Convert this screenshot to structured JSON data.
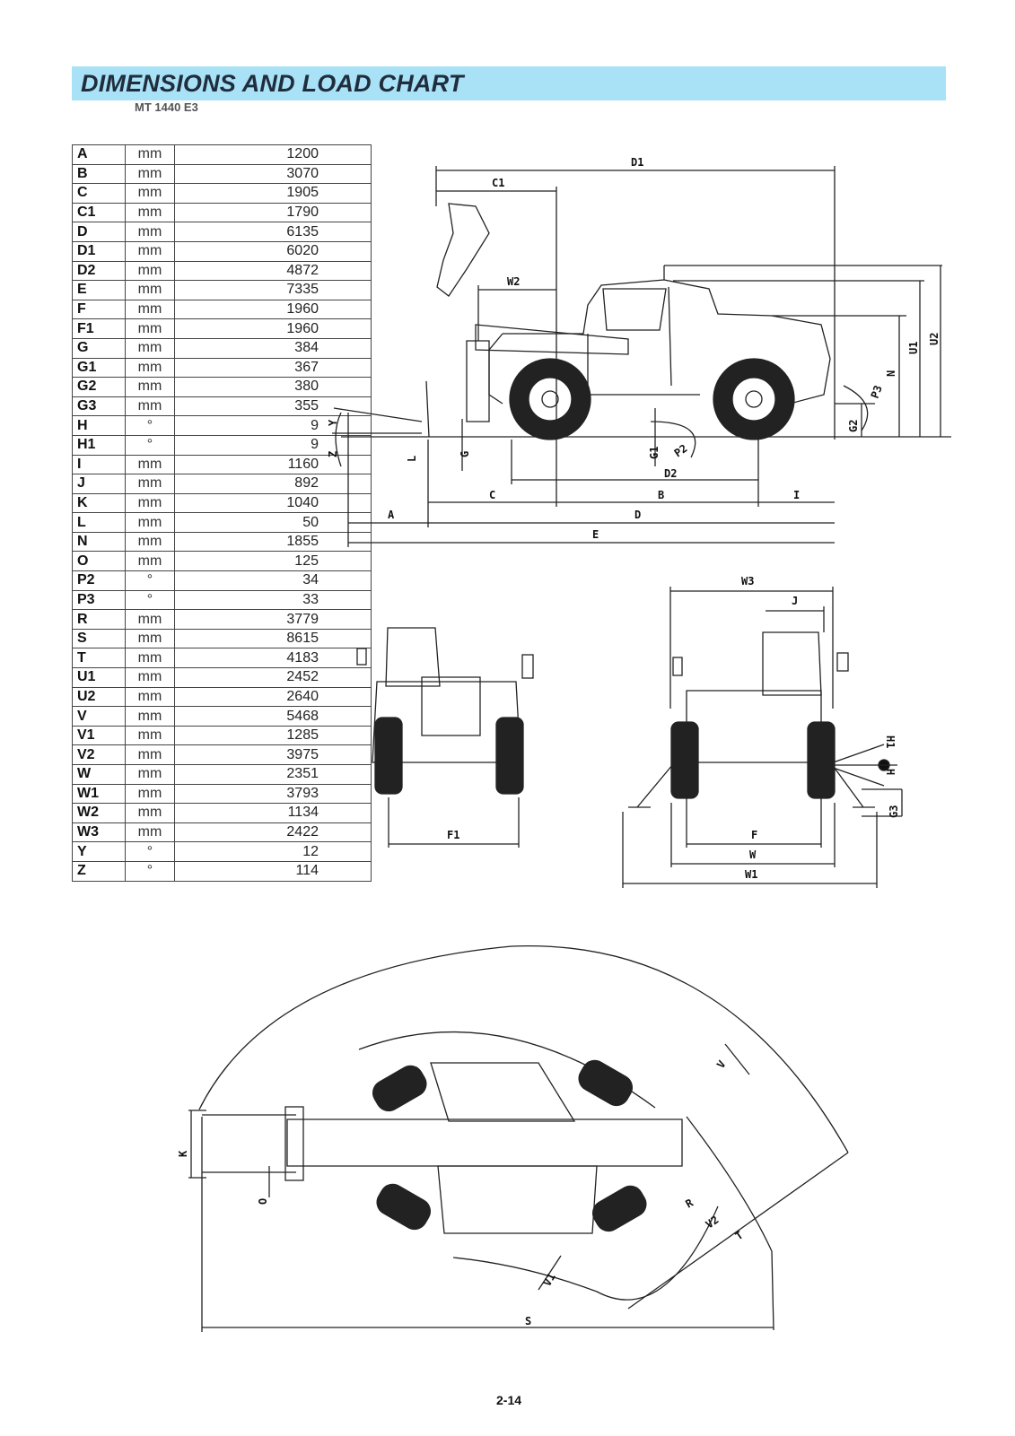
{
  "header": {
    "title": "DIMENSIONS AND LOAD CHART",
    "model": "MT 1440 E3"
  },
  "dimensions": [
    {
      "code": "A",
      "unit": "mm",
      "value": "1200"
    },
    {
      "code": "B",
      "unit": "mm",
      "value": "3070"
    },
    {
      "code": "C",
      "unit": "mm",
      "value": "1905"
    },
    {
      "code": "C1",
      "unit": "mm",
      "value": "1790"
    },
    {
      "code": "D",
      "unit": "mm",
      "value": "6135"
    },
    {
      "code": "D1",
      "unit": "mm",
      "value": "6020"
    },
    {
      "code": "D2",
      "unit": "mm",
      "value": "4872"
    },
    {
      "code": "E",
      "unit": "mm",
      "value": "7335"
    },
    {
      "code": "F",
      "unit": "mm",
      "value": "1960"
    },
    {
      "code": "F1",
      "unit": "mm",
      "value": "1960"
    },
    {
      "code": "G",
      "unit": "mm",
      "value": "384"
    },
    {
      "code": "G1",
      "unit": "mm",
      "value": "367"
    },
    {
      "code": "G2",
      "unit": "mm",
      "value": "380"
    },
    {
      "code": "G3",
      "unit": "mm",
      "value": "355"
    },
    {
      "code": "H",
      "unit": "°",
      "value": "9"
    },
    {
      "code": "H1",
      "unit": "°",
      "value": "9"
    },
    {
      "code": "I",
      "unit": "mm",
      "value": "1160"
    },
    {
      "code": "J",
      "unit": "mm",
      "value": "892"
    },
    {
      "code": "K",
      "unit": "mm",
      "value": "1040"
    },
    {
      "code": "L",
      "unit": "mm",
      "value": "50"
    },
    {
      "code": "N",
      "unit": "mm",
      "value": "1855"
    },
    {
      "code": "O",
      "unit": "mm",
      "value": "125"
    },
    {
      "code": "P2",
      "unit": "°",
      "value": "34"
    },
    {
      "code": "P3",
      "unit": "°",
      "value": "33"
    },
    {
      "code": "R",
      "unit": "mm",
      "value": "3779"
    },
    {
      "code": "S",
      "unit": "mm",
      "value": "8615"
    },
    {
      "code": "T",
      "unit": "mm",
      "value": "4183"
    },
    {
      "code": "U1",
      "unit": "mm",
      "value": "2452"
    },
    {
      "code": "U2",
      "unit": "mm",
      "value": "2640"
    },
    {
      "code": "V",
      "unit": "mm",
      "value": "5468"
    },
    {
      "code": "V1",
      "unit": "mm",
      "value": "1285"
    },
    {
      "code": "V2",
      "unit": "mm",
      "value": "3975"
    },
    {
      "code": "W",
      "unit": "mm",
      "value": "2351"
    },
    {
      "code": "W1",
      "unit": "mm",
      "value": "3793"
    },
    {
      "code": "W2",
      "unit": "mm",
      "value": "1134"
    },
    {
      "code": "W3",
      "unit": "mm",
      "value": "2422"
    },
    {
      "code": "Y",
      "unit": "°",
      "value": "12"
    },
    {
      "code": "Z",
      "unit": "°",
      "value": "114"
    }
  ],
  "drawing_labels": {
    "side": [
      "D1",
      "C1",
      "W2",
      "U1",
      "U2",
      "N",
      "P3",
      "G2",
      "Y",
      "Z",
      "L",
      "G",
      "G1",
      "P2",
      "D2",
      "C",
      "B",
      "I",
      "A",
      "D",
      "E"
    ],
    "front": [
      "F1"
    ],
    "rear": [
      "W3",
      "J",
      "H1",
      "H",
      "G3",
      "F",
      "W",
      "W1"
    ],
    "top": [
      "V",
      "K",
      "O",
      "R",
      "V2",
      "T",
      "V1",
      "S"
    ]
  },
  "footer": {
    "page_number": "2-14"
  }
}
